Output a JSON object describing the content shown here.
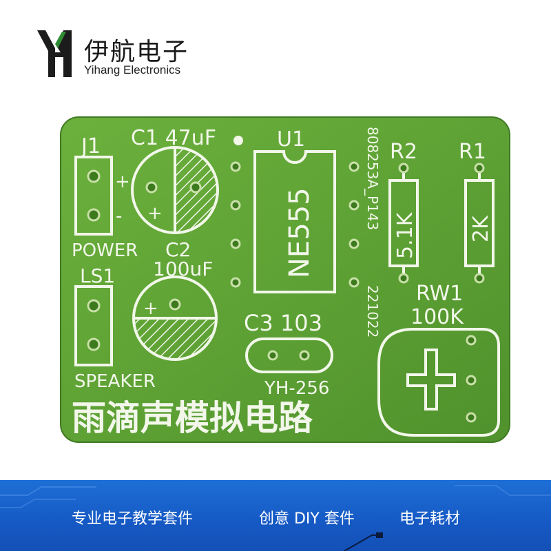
{
  "brand": {
    "name_cn": "伊航电子",
    "name_en": "Yihang Electronics"
  },
  "board": {
    "title": "雨滴声模拟电路",
    "model": "YH-256",
    "serial": "808253A_P143",
    "date": "221022",
    "labels": {
      "j1": "J1",
      "power": "POWER",
      "c1": "C1 47uF",
      "c2": "C2",
      "c2_value": "100uF",
      "ls1": "LS1",
      "speaker": "SPEAKER",
      "u1": "U1",
      "ic": "NE555",
      "c3": "C3 103",
      "r2": "R2",
      "r2_value": "5.1K",
      "r1": "R1",
      "r1_value": "2K",
      "rw1": "RW1",
      "rw1_value": "100K",
      "plus": "+",
      "minus": "-"
    }
  },
  "banner": {
    "items": [
      "专业电子教学套件",
      "创意 DIY 套件",
      "电子耗材"
    ]
  },
  "colors": {
    "pcb_green": "#5ea235",
    "silkscreen": "#f2f7ea",
    "banner_blue": "#1659c4"
  }
}
